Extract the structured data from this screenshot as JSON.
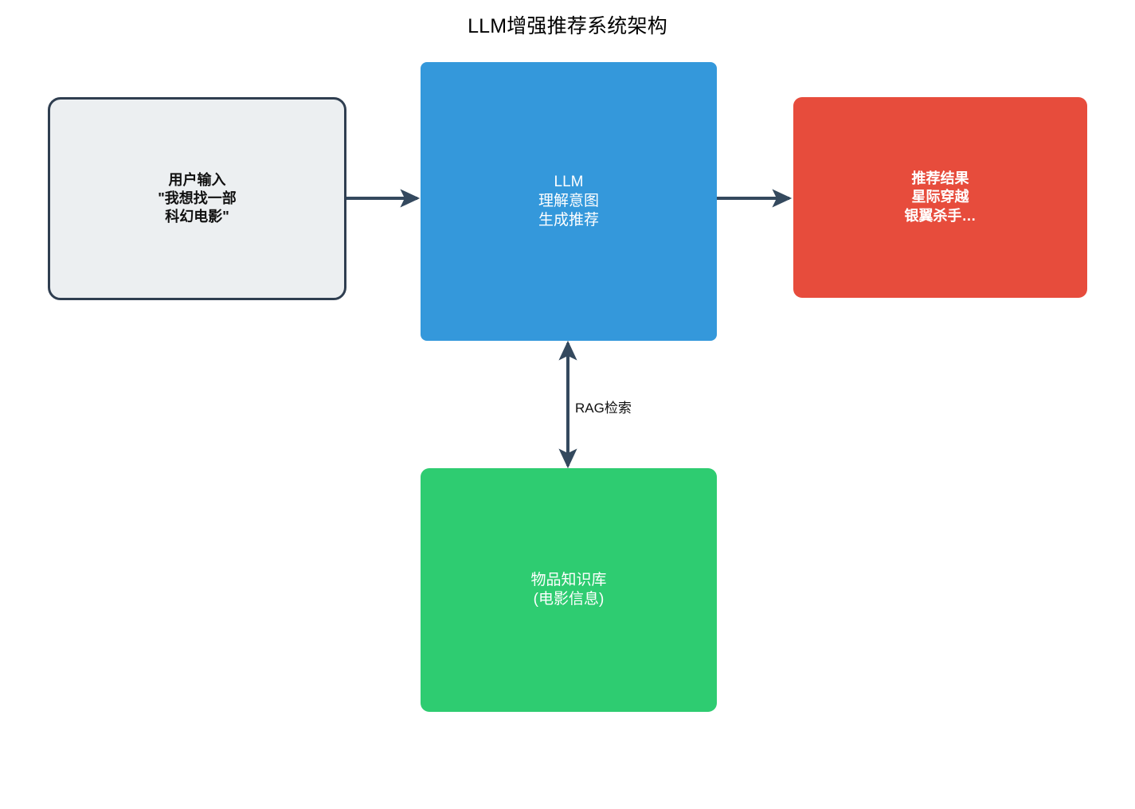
{
  "title": "LLM增强推荐系统架构",
  "colors": {
    "user_input_fill": "#eceff1",
    "user_input_border": "#2f3e50",
    "llm_fill": "#3498db",
    "results_fill": "#e74c3c",
    "knowledge_base_fill": "#2ecc71",
    "edge_stroke": "#34495e",
    "background": "#ffffff",
    "title_text": "#000000"
  },
  "nodes": [
    {
      "id": "user-input",
      "label": "用户输入\n\"我想找一部\n科幻电影\"",
      "lines": [
        "用户输入",
        "\"我想找一部",
        "科幻电影\""
      ]
    },
    {
      "id": "llm",
      "label": "LLM\n理解意图\n生成推荐",
      "lines": [
        "LLM",
        "理解意图",
        "生成推荐"
      ]
    },
    {
      "id": "results",
      "label": "推荐结果\n星际穿越\n银翼杀手…",
      "lines": [
        "推荐结果",
        "星际穿越",
        "银翼杀手…"
      ]
    },
    {
      "id": "knowledge-base",
      "label": "物品知识库\n(电影信息)",
      "lines": [
        "物品知识库",
        "(电影信息)"
      ]
    }
  ],
  "edges": [
    {
      "id": "user-to-llm",
      "from": "user-input",
      "to": "llm",
      "label": "",
      "arrow": "single"
    },
    {
      "id": "llm-to-results",
      "from": "llm",
      "to": "results",
      "label": "",
      "arrow": "single"
    },
    {
      "id": "llm-knowledge-base",
      "from": "llm",
      "to": "knowledge-base",
      "label": "RAG检索",
      "arrow": "double"
    }
  ],
  "edge_labels": {
    "rag": "RAG检索"
  }
}
